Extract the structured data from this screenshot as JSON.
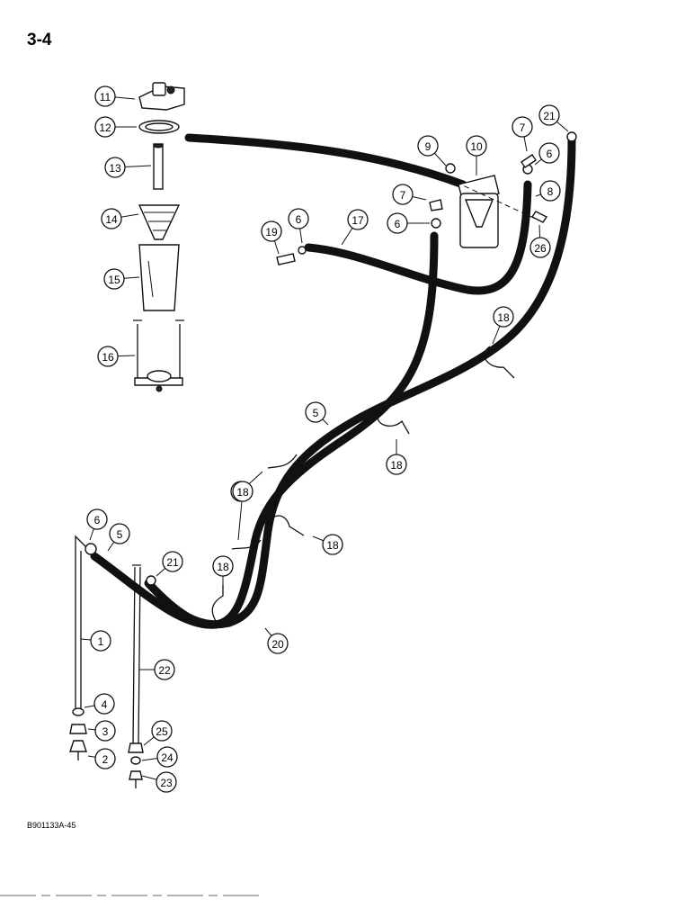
{
  "page_number": "3-4",
  "drawing_code": "B901133A-45",
  "callouts": [
    "11",
    "12",
    "13",
    "14",
    "15",
    "16",
    "7",
    "9",
    "10",
    "21",
    "6",
    "7",
    "8",
    "6",
    "19",
    "6",
    "17",
    "26",
    "18",
    "5",
    "18",
    "18",
    "18",
    "18",
    "6",
    "5",
    "21",
    "18",
    "1",
    "20",
    "22",
    "4",
    "3",
    "2",
    "25",
    "24",
    "23"
  ]
}
